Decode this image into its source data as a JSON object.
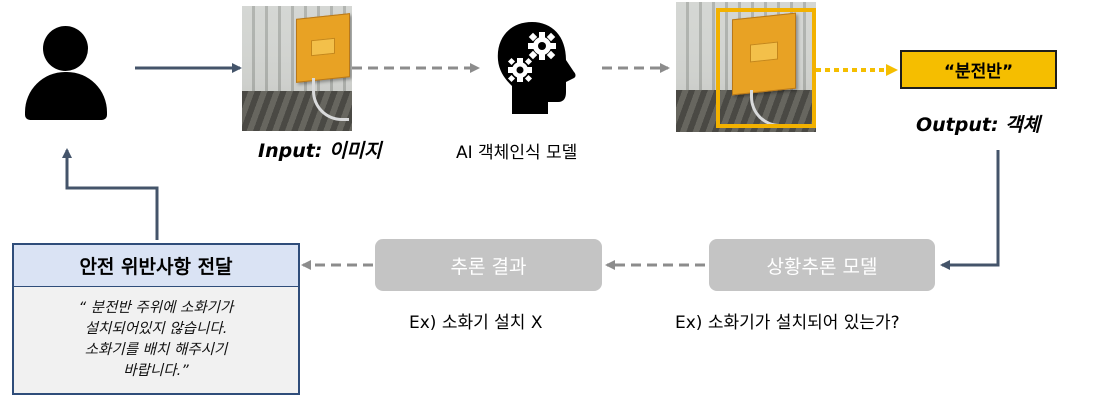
{
  "input_label": "Input:  이미지",
  "ai_model_label": "AI 객체인식 모델",
  "output_object": "“분전반”",
  "output_label": "Output:  객체",
  "context_model": "상황추론 모델",
  "inference_result": "추론 결과",
  "context_example": "Ex) 소화기가 설치되어 있는가?",
  "result_example": "Ex) 소화기 설치 X",
  "notice_title": "안전 위반사항 전달",
  "notice_message": "“ 분전반 주위에 소화기가\n설치되어있지 않습니다.\n소화기를 배치 해주시기\n바랍니다.”",
  "icons": [
    "user-icon",
    "ai-brain-gears-icon"
  ],
  "colors": {
    "arrow_dark": "#44546a",
    "arrow_grey": "#8c8c8c",
    "highlight": "#f5be00",
    "grey_box": "#c4c4c4",
    "notice_fill": "#dae3f4",
    "notice_border": "#2f4d7a"
  }
}
